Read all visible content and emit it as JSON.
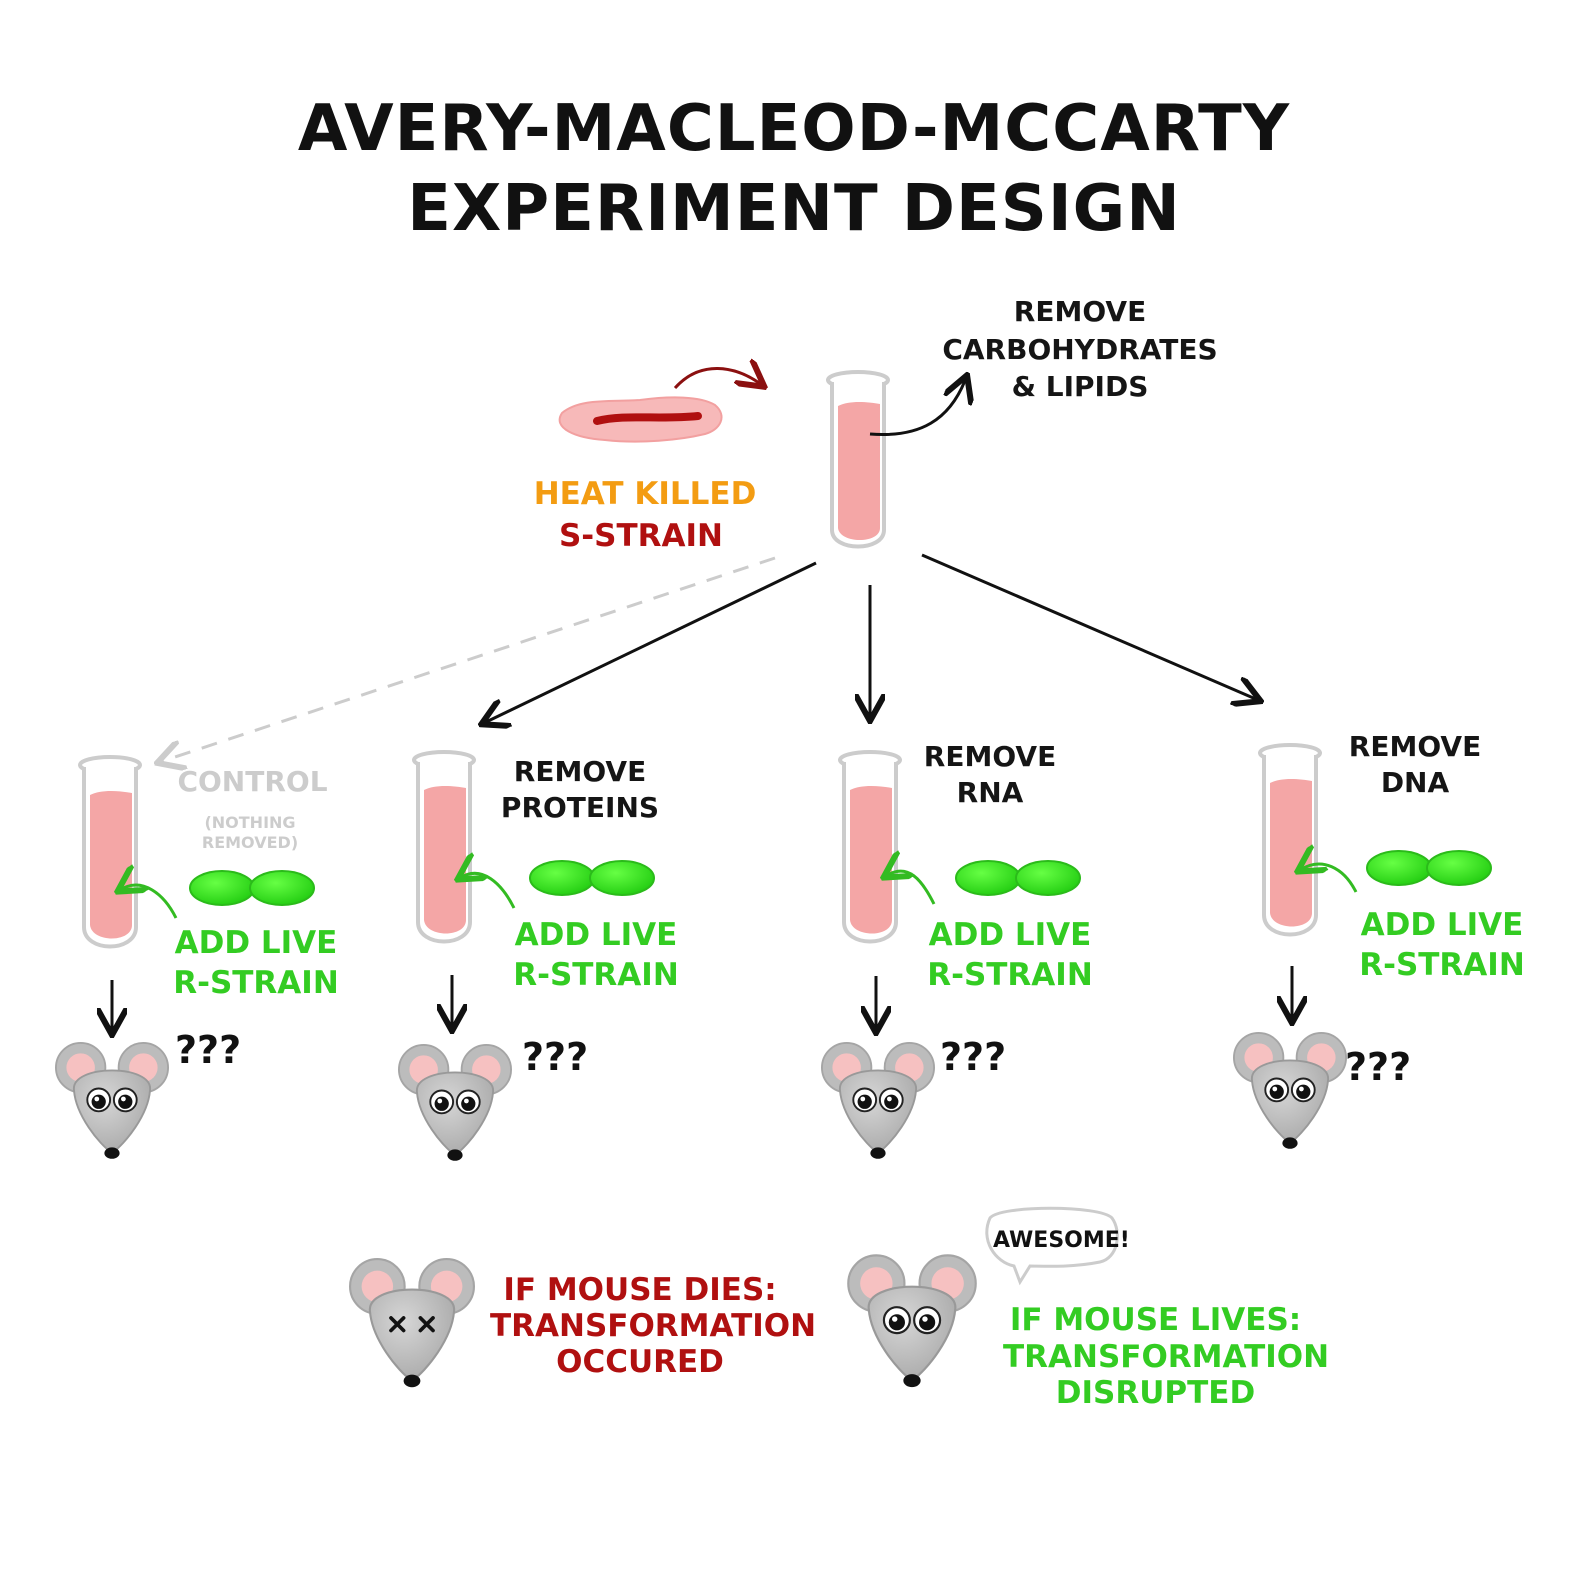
{
  "title": {
    "line1": "AVERY-MACLEOD-MCCARTY",
    "line2": "EXPERIMENT DESIGN"
  },
  "source": {
    "heat_killed": "HEAT KILLED",
    "s_strain": "S-STRAIN",
    "remove_line1": "REMOVE",
    "remove_line2": "CARBOHYDRATES",
    "remove_line3": "& LIPIDS"
  },
  "branches": [
    {
      "line1": "CONTROL",
      "note1": "(NOTHING",
      "note2": "REMOVED)"
    },
    {
      "line1": "REMOVE",
      "line2": "PROTEINS"
    },
    {
      "line1": "REMOVE",
      "line2": "RNA"
    },
    {
      "line1": "REMOVE",
      "line2": "DNA"
    }
  ],
  "add_live": {
    "line1": "ADD LIVE",
    "line2": "R-STRAIN"
  },
  "question": "???",
  "legend": {
    "dies_line1": "IF MOUSE DIES:",
    "dies_line2": "TRANSFORMATION",
    "dies_line3": "OCCURED",
    "lives_line1": "IF MOUSE LIVES:",
    "lives_line2": "TRANSFORMATION",
    "lives_line3": "DISRUPTED",
    "speech": "AWESOME!"
  },
  "colors": {
    "tube_liquid": "#f4a6a6",
    "bacteria_green": "#33dd22",
    "arrow_green": "#33bb22",
    "s_strain_red": "#b01010",
    "heat_orange": "#f39c12",
    "mouse_grey": "#b3b3b3",
    "ear_pink": "#f6c1c1"
  }
}
